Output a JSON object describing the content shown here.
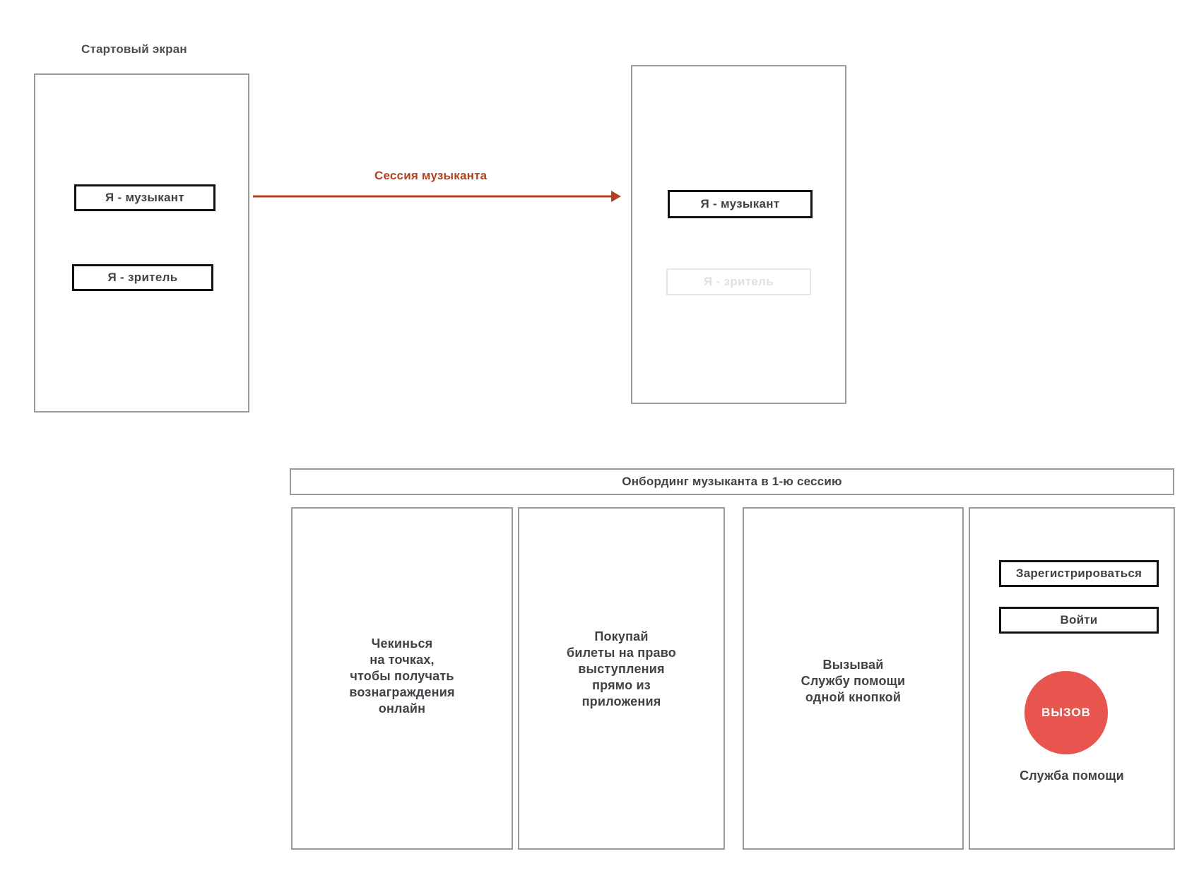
{
  "colors": {
    "accent_red": "#e8544e",
    "arrow_red": "#b5411f",
    "frame_border": "#9a9a9a",
    "button_border": "#111111",
    "text": "#3e4348",
    "disabled": "#e0e0e0",
    "background": "#ffffff"
  },
  "start_screen": {
    "label": "Стартовый экран",
    "buttons": [
      {
        "label": "Я - музыкант",
        "state": "enabled"
      },
      {
        "label": "Я - зритель",
        "state": "enabled"
      }
    ]
  },
  "transition": {
    "arrow_label": "Сессия музыканта",
    "direction": "right"
  },
  "musician_screen": {
    "buttons": [
      {
        "label": "Я - музыкант",
        "state": "selected"
      },
      {
        "label": "Я - зритель",
        "state": "disabled"
      }
    ]
  },
  "onboarding": {
    "header": "Онбординг музыканта в 1-ю сессию",
    "cards": [
      {
        "id": "checkin",
        "text": "Чекинься\nна точках,\nчтобы получать\nвознаграждения\nонлайн"
      },
      {
        "id": "tickets",
        "text": "Покупай\nбилеты на право\nвыступления\nпрямо из\nприложения"
      },
      {
        "id": "help-service",
        "text": "Вызывай\nСлужбу помощи\nодной кнопкой"
      },
      {
        "id": "auth",
        "text": "",
        "register_label": "Зарегистрироваться",
        "login_label": "Войти",
        "sos_button_label": "ВЫЗОВ",
        "sos_caption": "Служба помощи"
      }
    ]
  }
}
